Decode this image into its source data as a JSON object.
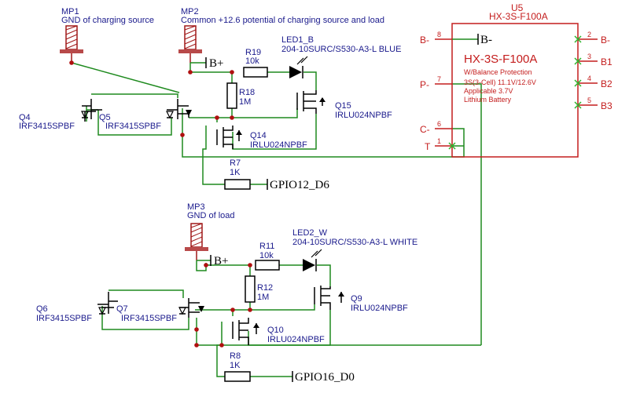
{
  "colors": {
    "wire": "#1e8a1e",
    "body": "#a01818",
    "text": "#1a1a8c",
    "pin": "#c41d1d"
  },
  "mp1": {
    "ref": "MP1",
    "desc": "GND of charging source"
  },
  "mp2": {
    "ref": "MP2",
    "desc": "Common +12.6 potential of charging source and load"
  },
  "mp3": {
    "ref": "MP3",
    "desc": "GND of load"
  },
  "led1": {
    "ref": "LED1_B",
    "value": "204-10SURC/S530-A3-L BLUE"
  },
  "led2": {
    "ref": "LED2_W",
    "value": "204-10SURC/S530-A3-L WHITE"
  },
  "r19": {
    "ref": "R19",
    "value": "10k"
  },
  "r18": {
    "ref": "R18",
    "value": "1M"
  },
  "r7": {
    "ref": "R7",
    "value": "1K"
  },
  "r11": {
    "ref": "R11",
    "value": "10k"
  },
  "r12": {
    "ref": "R12",
    "value": "1M"
  },
  "r8": {
    "ref": "R8",
    "value": "1K"
  },
  "q4": {
    "ref": "Q4",
    "value": "IRF3415SPBF"
  },
  "q5": {
    "ref": "Q5",
    "value": "IRF3415SPBF"
  },
  "q6": {
    "ref": "Q6",
    "value": "IRF3415SPBF"
  },
  "q7": {
    "ref": "Q7",
    "value": "IRF3415SPBF"
  },
  "q14": {
    "ref": "Q14",
    "value": "IRLU024NPBF"
  },
  "q15": {
    "ref": "Q15",
    "value": "IRLU024NPBF"
  },
  "q10": {
    "ref": "Q10",
    "value": "IRLU024NPBF"
  },
  "q9": {
    "ref": "Q9",
    "value": "IRLU024NPBF"
  },
  "nets": {
    "bplus1": "B+",
    "bplus2": "B+",
    "bminus": "B-",
    "gpio12": "GPIO12_D6",
    "gpio16": "GPIO16_D0"
  },
  "u5": {
    "ref": "U5",
    "value": "HX-3S-F100A",
    "title": "HX-3S-F100A",
    "line1": "W/Balance Protection",
    "line2": "3S(3-Cell) 11.1V/12.6V",
    "line3": "Applicable 3.7V",
    "line4": "Lithium Battery",
    "left_pins": [
      {
        "name": "B-",
        "num": "8"
      },
      {
        "name": "P-",
        "num": "7"
      },
      {
        "name": "C-",
        "num": "6"
      },
      {
        "name": "T",
        "num": "1"
      }
    ],
    "right_pins": [
      {
        "name": "B-",
        "num": "2"
      },
      {
        "name": "B1",
        "num": "3"
      },
      {
        "name": "B2",
        "num": "4"
      },
      {
        "name": "B3",
        "num": "5"
      }
    ]
  }
}
